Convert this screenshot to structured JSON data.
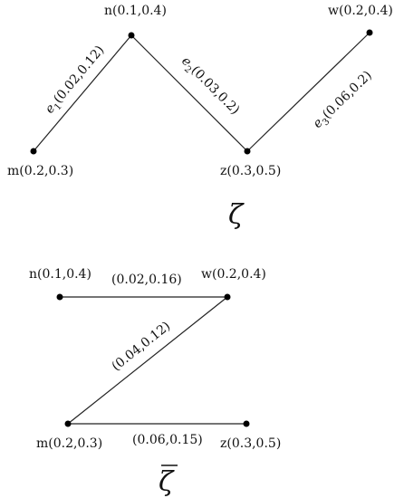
{
  "graph_top": {
    "symbol": "ζ",
    "nodes": [
      {
        "id": "m",
        "label": "m(0.2,0.3)"
      },
      {
        "id": "n",
        "label": "n(0.1,0.4)"
      },
      {
        "id": "z",
        "label": "z(0.3,0.5)"
      },
      {
        "id": "w",
        "label": "w(0.2,0.4)"
      }
    ],
    "edges": [
      {
        "id": "e1",
        "name": "e",
        "sub": "1",
        "value": "(0.02,0.12)"
      },
      {
        "id": "e2",
        "name": "e",
        "sub": "2",
        "value": "(0.03,0.2)"
      },
      {
        "id": "e3",
        "name": "e",
        "sub": "3",
        "value": "(0.06,0.2)"
      }
    ]
  },
  "graph_bottom": {
    "symbol": "ζ",
    "nodes": [
      {
        "id": "n",
        "label": "n(0.1,0.4)"
      },
      {
        "id": "w",
        "label": "w(0.2,0.4)"
      },
      {
        "id": "m",
        "label": "m(0.2,0.3)"
      },
      {
        "id": "z",
        "label": "z(0.3,0.5)"
      }
    ],
    "edges": [
      {
        "id": "nw",
        "value": "(0.02,0.16)"
      },
      {
        "id": "wm",
        "value": "(0.04,0.12)"
      },
      {
        "id": "mz",
        "value": "(0.06,0.15)"
      }
    ]
  }
}
